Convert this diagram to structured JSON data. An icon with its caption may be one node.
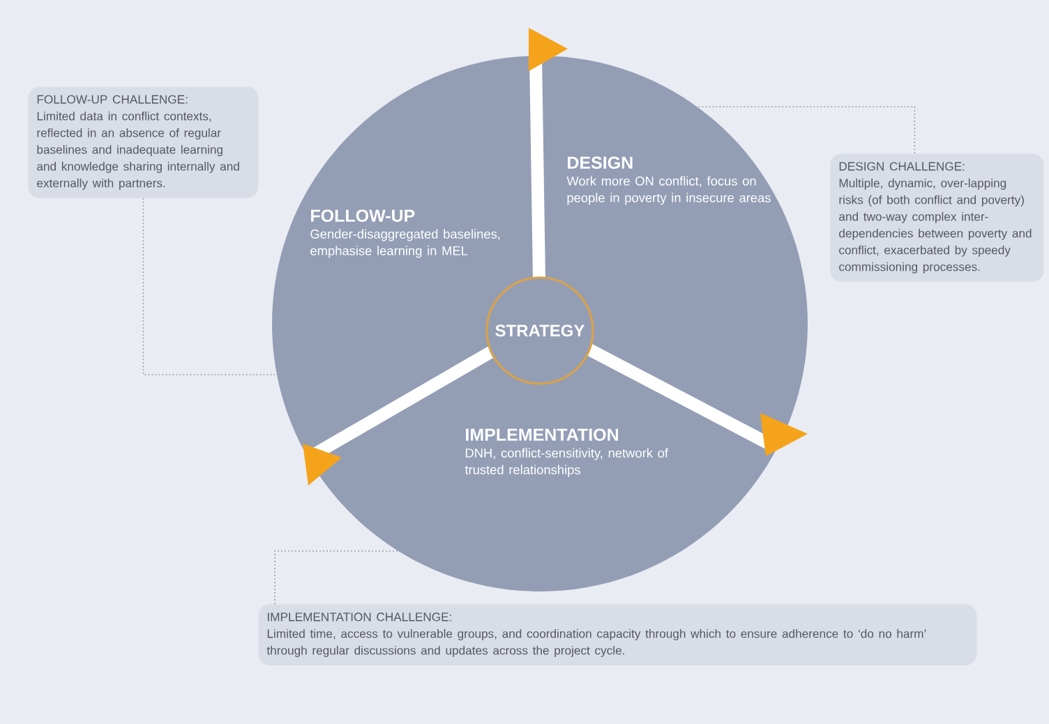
{
  "diagram": {
    "nodes": [
      {
        "text": [
          "FOLLOW-UP CHALLENGE:",
          "Limited data in conflict contexts, reflected in an absence of regular baselines and inadequate learning and knowledge sharing internally and externally with partners."
        ]
      },
      {
        "text": [],
        "shape": "circle"
      },
      {
        "text": [
          "DESIGN",
          "Work more ON conflict, focus on people in poverty in insecure areas"
        ],
        "in": 1
      },
      {
        "text": [
          "FOLLOW-UP",
          "Gender-disaggregated baselines, emphasise learning in MEL"
        ],
        "in": 1
      },
      {
        "text": [
          "STRATEGY"
        ],
        "in": 1
      },
      {
        "text": [
          "IMPLEMENTATION",
          "DNH, conflict-sensitivity, network of trusted relationships"
        ],
        "in": 1
      },
      {
        "text": [
          "DESIGN CHALLENGE:",
          "Multiple, dynamic, over-lapping risks (of both conflict and poverty) and two-way complex inter-dependencies between poverty and conflict, exacerbated by speedy commissioning processes."
        ]
      },
      {
        "text": [
          "IMPLEMENTATION CHALLENGE:",
          "Limited time, access to vulnerable groups, and coordination capacity through which to ensure adherence to ‘do no harm’ through regular discussions and updates across the project cycle."
        ]
      }
    ],
    "edges": [
      {
        "from": 0,
        "to": 1,
        "arrow": "none",
        "style": "dashed"
      },
      {
        "from": 6,
        "to": 1,
        "arrow": "none",
        "style": "dashed"
      },
      {
        "from": 7,
        "to": 1,
        "arrow": "none",
        "style": "dashed"
      }
    ]
  }
}
